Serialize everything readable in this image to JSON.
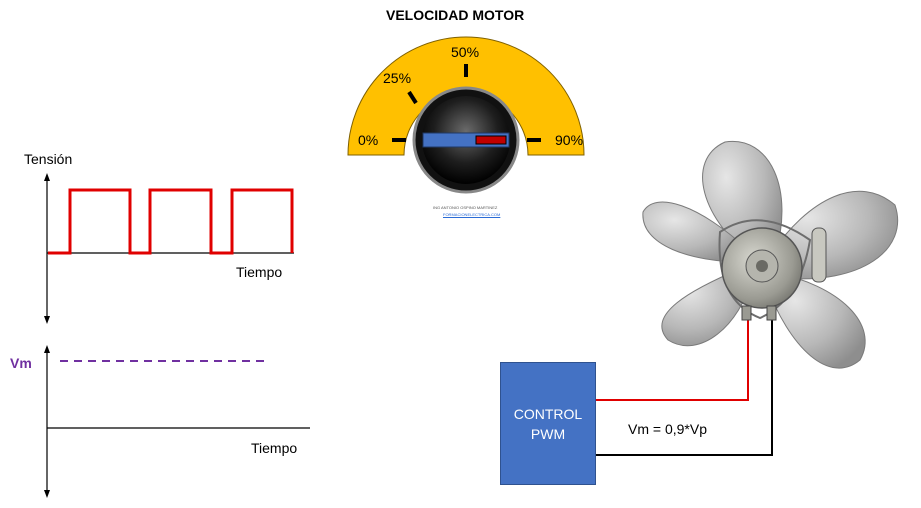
{
  "gauge": {
    "title": "VELOCIDAD MOTOR",
    "marks": [
      "0%",
      "25%",
      "50%",
      "90%"
    ],
    "credit_name": "ING ANTONIO OSPINO MARTINEZ",
    "credit_link": "FORMACIONELECTRICA.COM",
    "colors": {
      "arc": "#ffc000",
      "knob_bar": "#4472c4",
      "indicator": "#c00000"
    }
  },
  "pwm_graph": {
    "y_label": "Tensión",
    "x_label": "Tiempo",
    "signal_color": "#e00000"
  },
  "avg_graph": {
    "level_label": "Vm",
    "x_label": "Tiempo",
    "level_color": "#7030a0"
  },
  "controller": {
    "line1": "CONTROL",
    "line2": "PWM",
    "color": "#4472c4"
  },
  "formula": "Vm = 0,9*Vp"
}
